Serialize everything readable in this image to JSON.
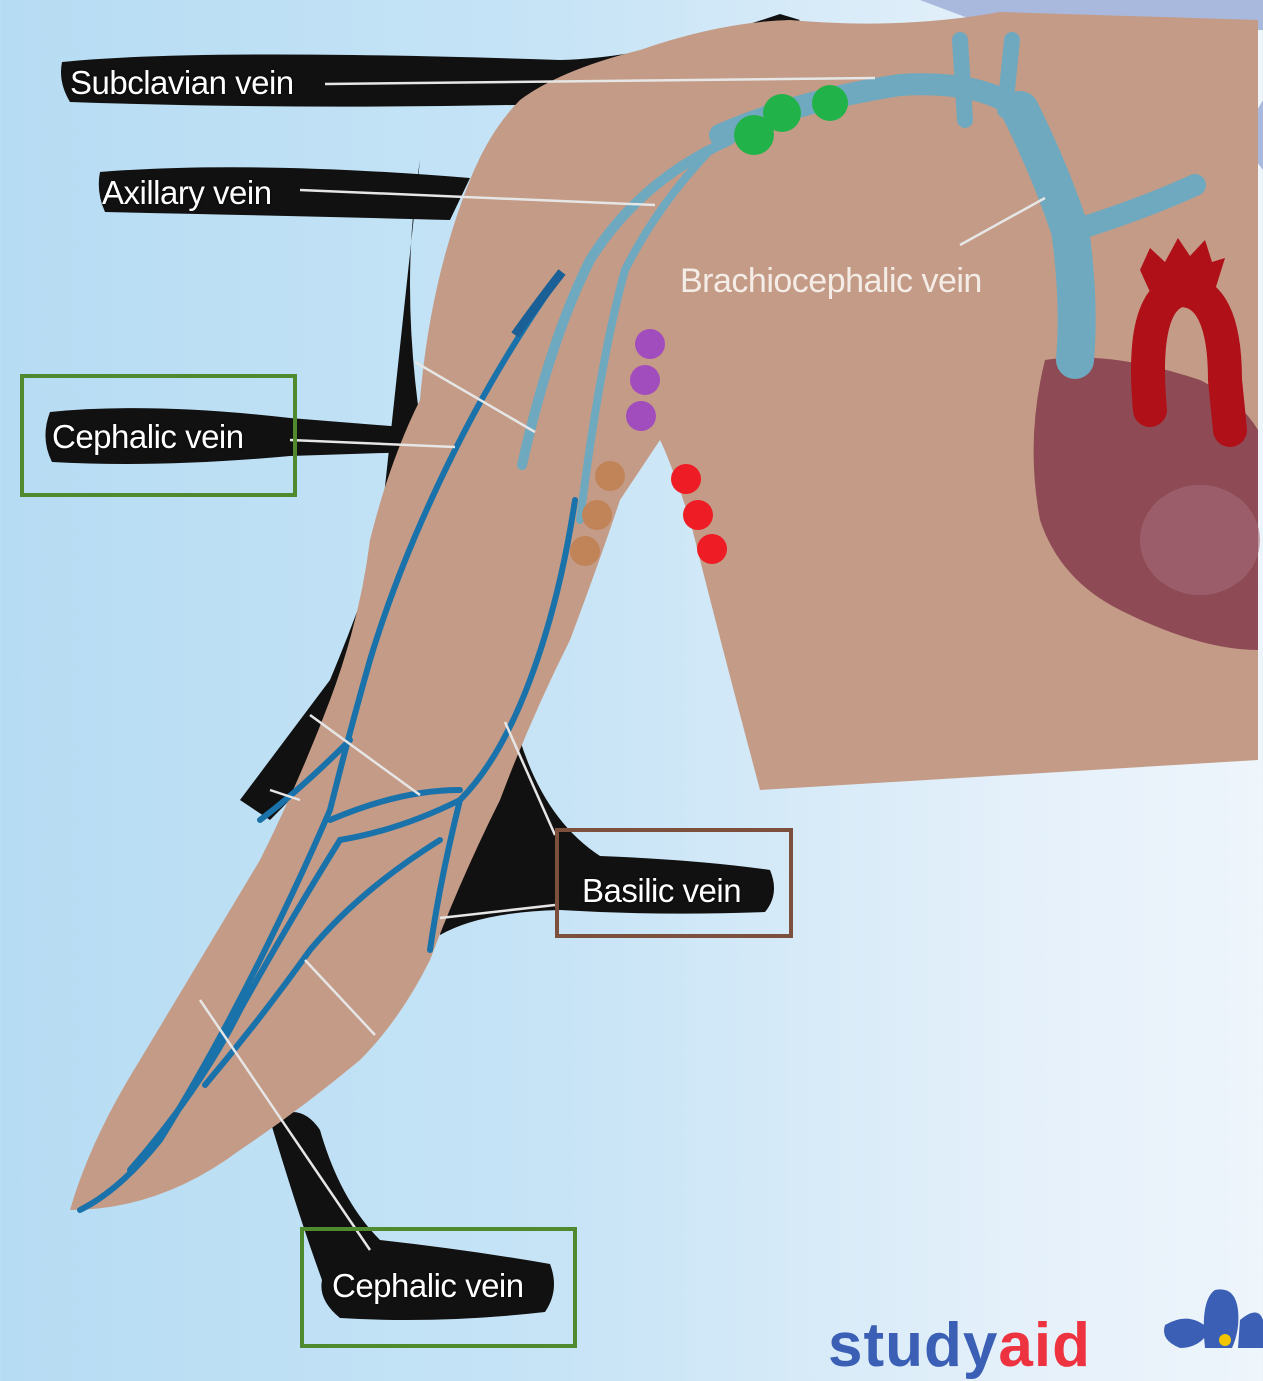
{
  "labels": {
    "subclavian": "Subclavian vein",
    "axillary": "Axillary vein",
    "brachiocephalic": "Brachiocephalic vein",
    "cephalic_upper": "Cephalic vein",
    "basilic": "Basilic vein",
    "cephalic_lower": "Cephalic vein"
  },
  "logo": {
    "part1": "study",
    "part2": "aid"
  },
  "colors": {
    "skin": "#c49b86",
    "vein_light": "#6fa9bf",
    "vein_blue": "#1a72aa",
    "heart": "#8e4a55",
    "aorta": "#b01018",
    "cephalic_box": "#4f8a2f",
    "basilic_box": "#7d4f3d",
    "dot_green": "#22b24a",
    "dot_purple": "#a24dbd",
    "dot_brown": "#c08458",
    "dot_red": "#ee1c24",
    "logo_blue": "#3a5fb4",
    "logo_red": "#ee3340"
  },
  "marker_groups": [
    "green",
    "purple",
    "brown",
    "red"
  ]
}
